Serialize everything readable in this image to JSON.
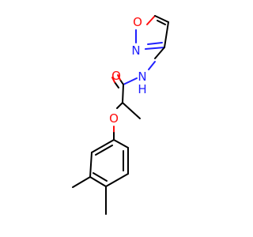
{
  "molecule": {
    "atoms": {
      "isoxazole_o": "O",
      "isoxazole_n": "N",
      "amide_n": "N",
      "amide_h": "H",
      "carbonyl_o": "O",
      "ether_o": "O"
    }
  },
  "colors": {
    "bond": "#000000",
    "nitrogen": "#2020ff",
    "oxygen": "#ff0d0d"
  }
}
